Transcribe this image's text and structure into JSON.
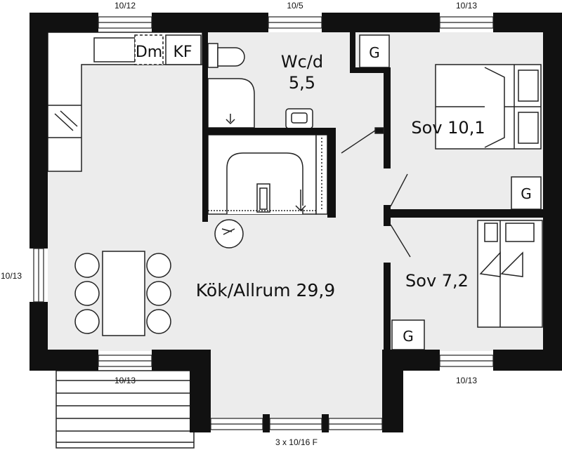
{
  "colors": {
    "wall": "#111111",
    "floor": "#ececec",
    "outside": "#ffffff",
    "fixture": "#ffffff",
    "line": "#222222"
  },
  "rooms": {
    "kitchen_living": "Kök/Allrum 29,9",
    "wc_name": "Wc/d",
    "wc_area": "5,5",
    "bedroom_large": "Sov 10,1",
    "bedroom_small": "Sov 7,2"
  },
  "fixtures": {
    "dishwasher": "Dm",
    "fridge_freezer": "KF",
    "wardrobe": "G"
  },
  "windows": {
    "top_left": "10/12",
    "top_middle": "10/5",
    "top_right": "10/13",
    "left": "10/13",
    "bottom_left": "10/13",
    "bottom_right": "10/13",
    "door_bottom": "3 x 10/16 F"
  }
}
